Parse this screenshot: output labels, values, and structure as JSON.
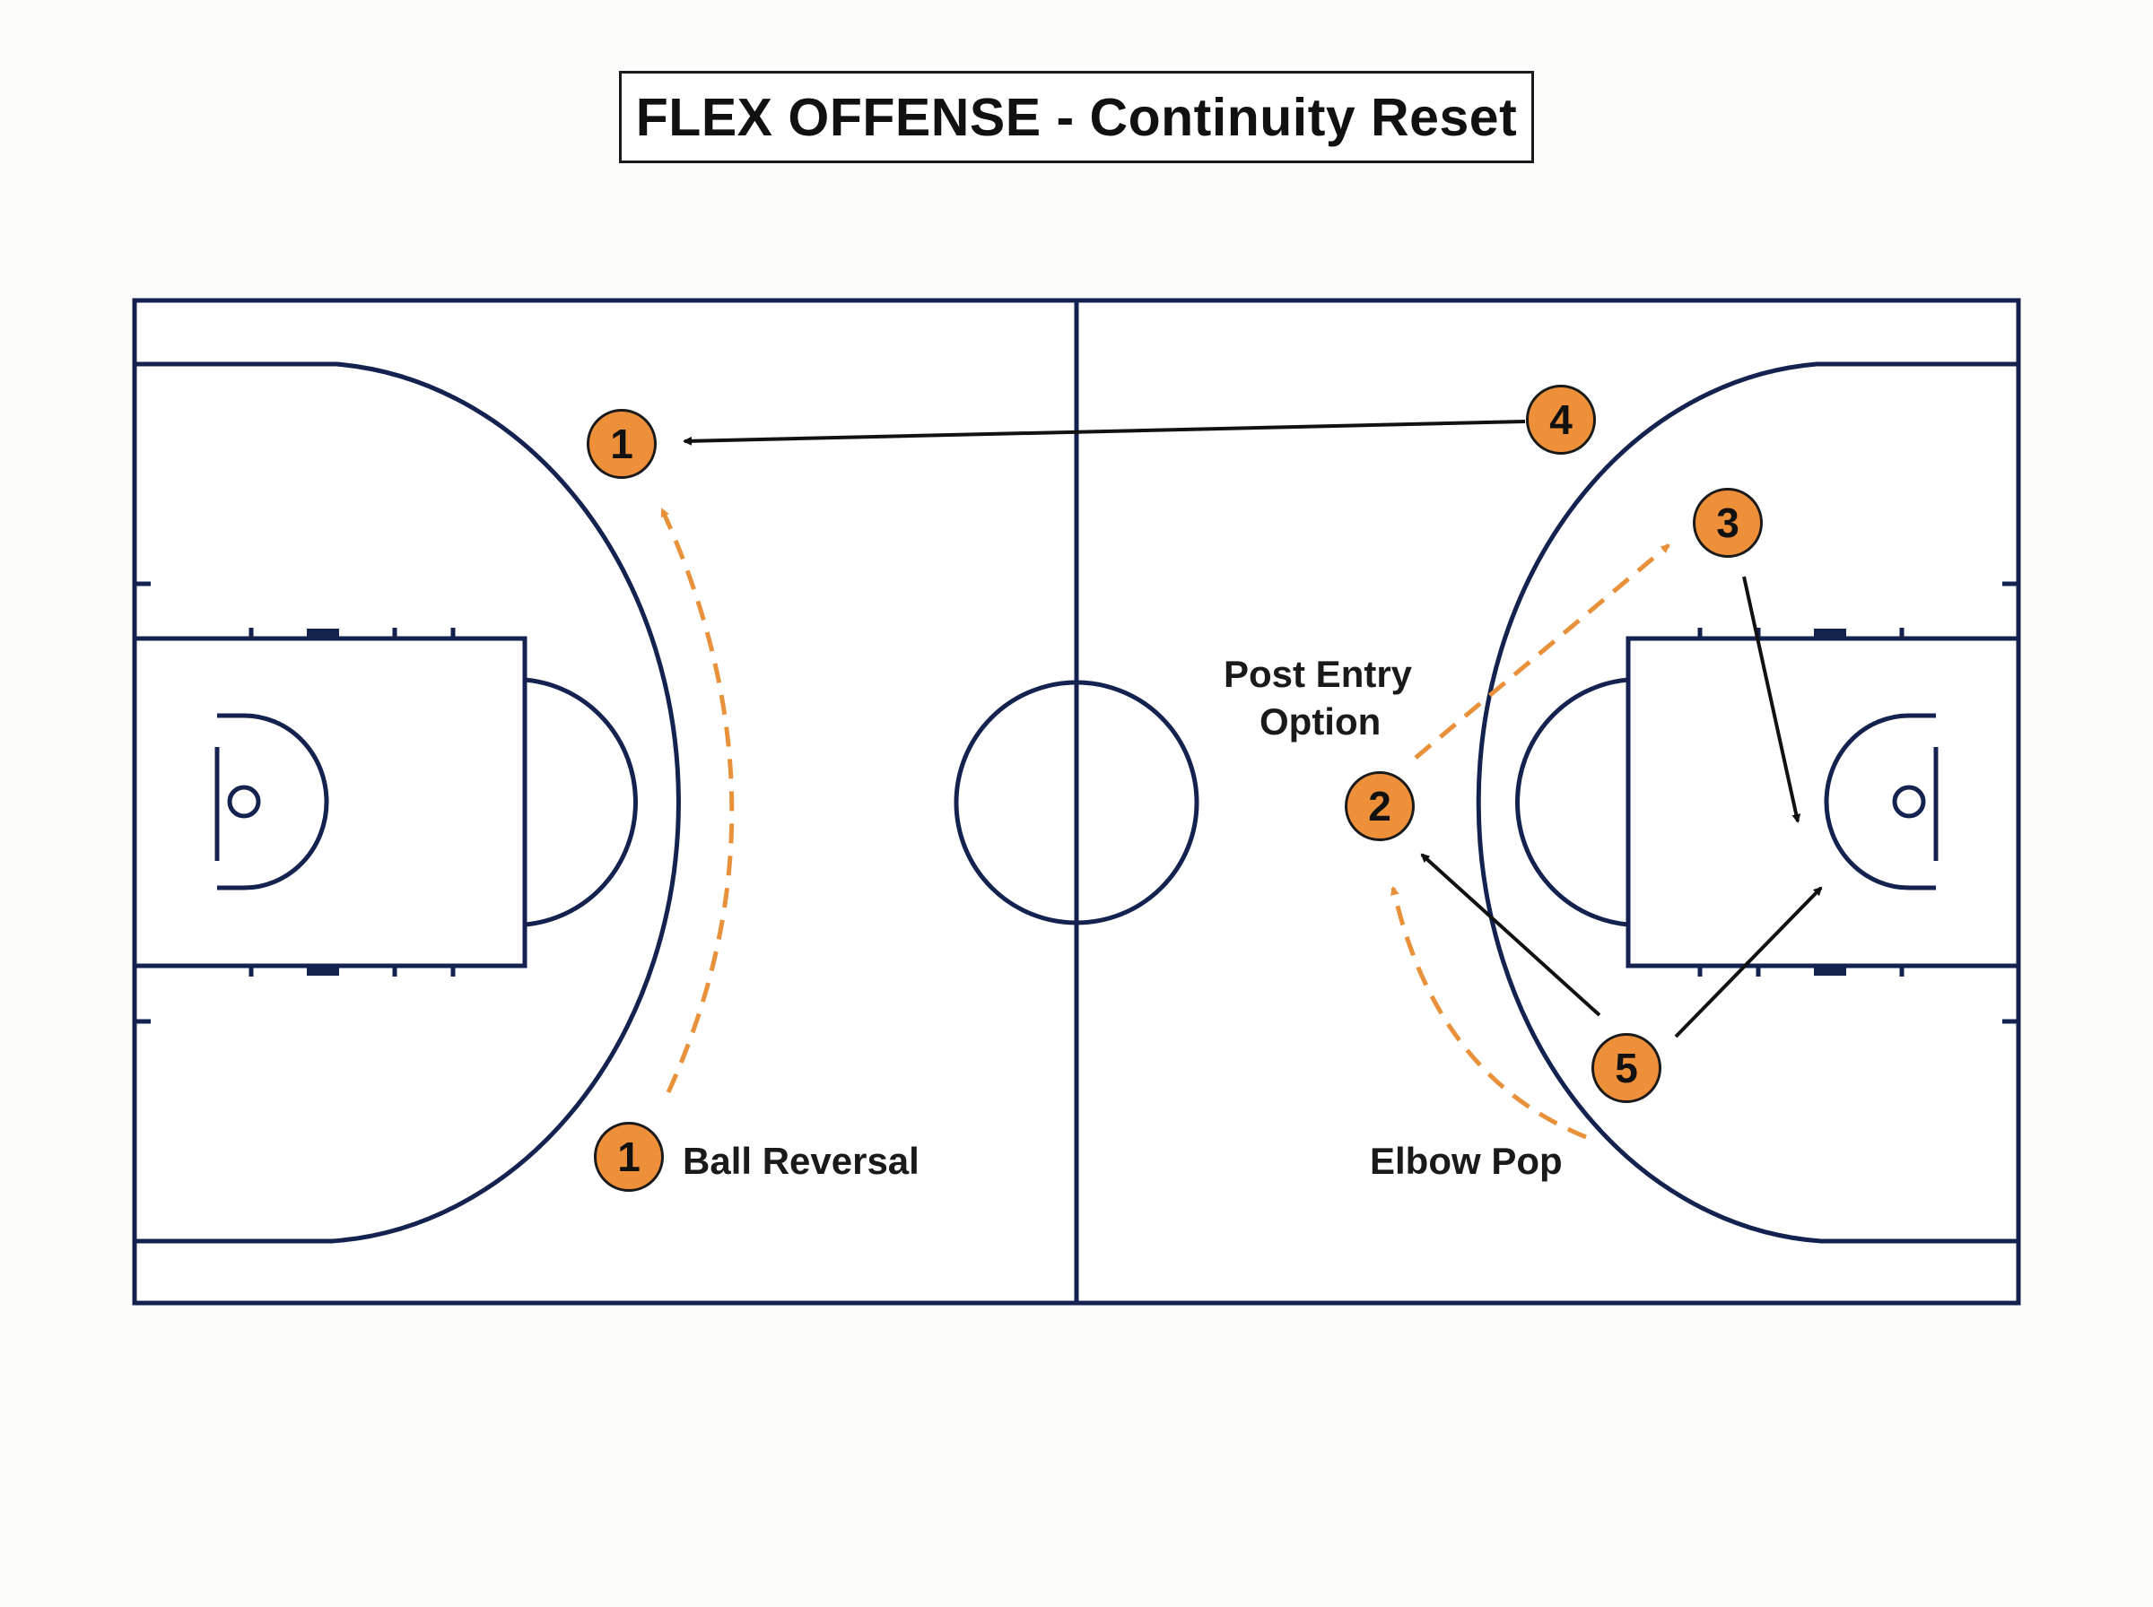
{
  "title": "FLEX OFFENSE - Continuity Reset",
  "colors": {
    "court_lines": "#14224f",
    "player_fill": "#ee8f3a",
    "pass_arrow": "#e8913a",
    "cut_arrow": "#111111"
  },
  "players": [
    {
      "id": "p1-top",
      "number": "1"
    },
    {
      "id": "p4",
      "number": "4"
    },
    {
      "id": "p3",
      "number": "3"
    },
    {
      "id": "p2",
      "number": "2"
    },
    {
      "id": "p5",
      "number": "5"
    },
    {
      "id": "p1-bottom",
      "number": "1"
    }
  ],
  "labels": {
    "ball_reversal": "Ball Reversal",
    "post_entry": [
      "Post Entry",
      "Option"
    ],
    "elbow_pop": "Elbow Pop"
  },
  "legend_types": {
    "pass": "dashed orange arrow",
    "cut": "solid black arrow"
  }
}
